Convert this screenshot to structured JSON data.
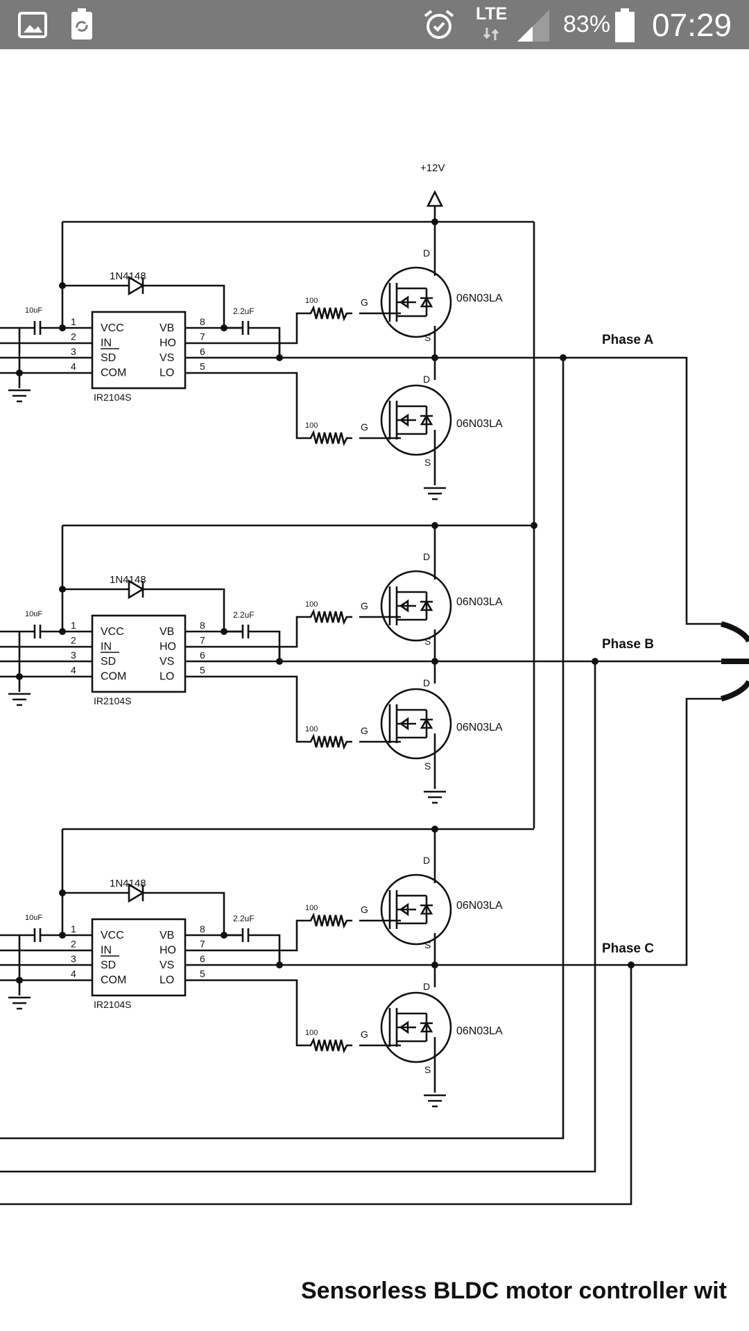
{
  "status_bar": {
    "network": "LTE",
    "battery_percent": "83%",
    "time": "07:29",
    "icons": [
      "gallery-icon",
      "recycle-battery-icon",
      "alarm-icon",
      "lte-signal-icon",
      "signal-icon",
      "battery-icon"
    ]
  },
  "schematic": {
    "supply_label": "+12V",
    "phases": [
      {
        "label": "Phase A"
      },
      {
        "label": "Phase B"
      },
      {
        "label": "Phase C"
      }
    ],
    "stage": {
      "diode_label": "1N4148",
      "cap_in_label": "10uF",
      "cap_boot_label": "2.2uF",
      "resistor_label": "100",
      "mosfet_label": "06N03LA",
      "gate_label": "G",
      "drain_label": "D",
      "source_label": "S",
      "chip_name": "IR2104S",
      "pins_left": [
        "VCC",
        "IN",
        "SD",
        "COM"
      ],
      "pins_right": [
        "VB",
        "HO",
        "VS",
        "LO"
      ],
      "pin_nums_left": [
        "1",
        "2",
        "3",
        "4"
      ],
      "pin_nums_right": [
        "8",
        "7",
        "6",
        "5"
      ]
    }
  },
  "caption": "Sensorless BLDC motor controller wit"
}
